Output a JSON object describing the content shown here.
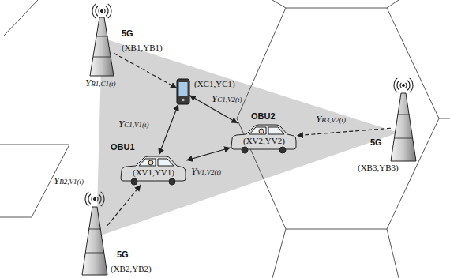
{
  "diagram": {
    "nodes": [
      {
        "text": [
          "5G",
          "(XB1,YB1)"
        ]
      },
      {
        "text": [
          "(XC1,YC1)"
        ]
      },
      {
        "text": [
          "OBU2",
          "(XV2,YV2)"
        ]
      },
      {
        "text": [
          "5G",
          "(XB3,YB3)"
        ]
      },
      {
        "text": [
          "OBU1",
          "(XV1,YV1)"
        ]
      },
      {
        "text": [
          "5G",
          "(XB2,YB2)"
        ]
      }
    ],
    "edges": [
      {
        "from": 0,
        "to": 1,
        "arrow": "to",
        "label": "YB1,C1(t)"
      },
      {
        "from": 1,
        "to": 4,
        "arrow": "both",
        "label": "YC1,V1(t)"
      },
      {
        "from": 1,
        "to": 2,
        "arrow": "both",
        "label": "YC1,V2(t)"
      },
      {
        "from": 4,
        "to": 2,
        "arrow": "both",
        "label": "YV1,V2(t)"
      },
      {
        "from": 3,
        "to": 2,
        "arrow": "to",
        "label": "YB3,V2(t)"
      },
      {
        "from": 5,
        "to": 4,
        "arrow": "to",
        "label": "YB2,V1(t)"
      }
    ]
  }
}
